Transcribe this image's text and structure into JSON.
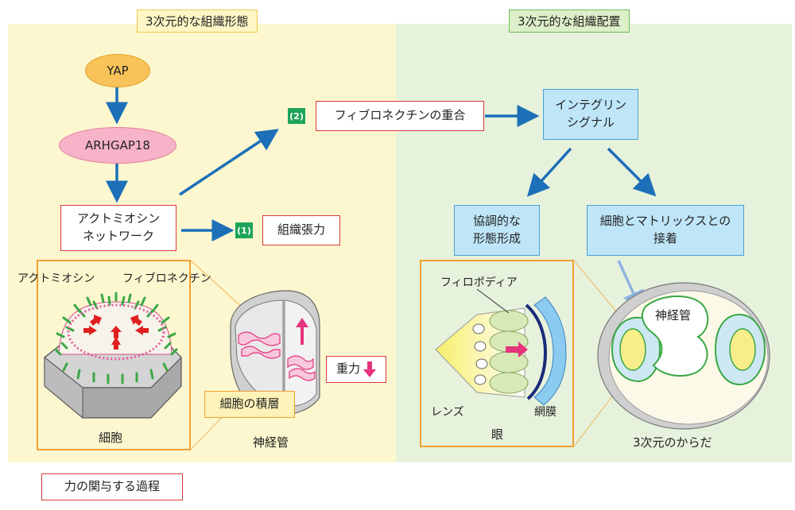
{
  "headers": {
    "left": "3次元的な組織形態",
    "right": "3次元的な組織配置"
  },
  "flow": {
    "yap": "YAP",
    "arhgap18": "ARHGAP18",
    "actomyosin_network": [
      "アクトミオシン",
      "ネットワーク"
    ],
    "num1": "(1)",
    "tissue_tension": "組織張力",
    "num2": "(2)",
    "fibronectin_polymerization": "フィブロネクチンの重合",
    "integrin_signal": [
      "インテグリン",
      "シグナル"
    ],
    "coordinated_morphogenesis": [
      "協調的な",
      "形態形成"
    ],
    "cell_matrix_adhesion": [
      "細胞とマトリックスとの",
      "接着"
    ]
  },
  "illustration": {
    "actomyosin": "アクトミオシン",
    "fibronectin": "フィブロネクチン",
    "cell": "細胞",
    "neural_tube": "神経管",
    "cell_stacking": "細胞の積層",
    "gravity": "重力",
    "filopodia": "フィロポディア",
    "lens": "レンズ",
    "retina": "網膜",
    "eye": "眼",
    "neural_tube_right": "神経管",
    "body_3d": "3次元のからだ"
  },
  "legend": {
    "force_process": "力の関与する過程"
  },
  "colors": {
    "arrow": "#1d6fb8",
    "red_border": "#d93a3a",
    "blue_box": "#bfe6f8",
    "orange_frame": "#f0a030",
    "magenta": "#e5337d"
  }
}
